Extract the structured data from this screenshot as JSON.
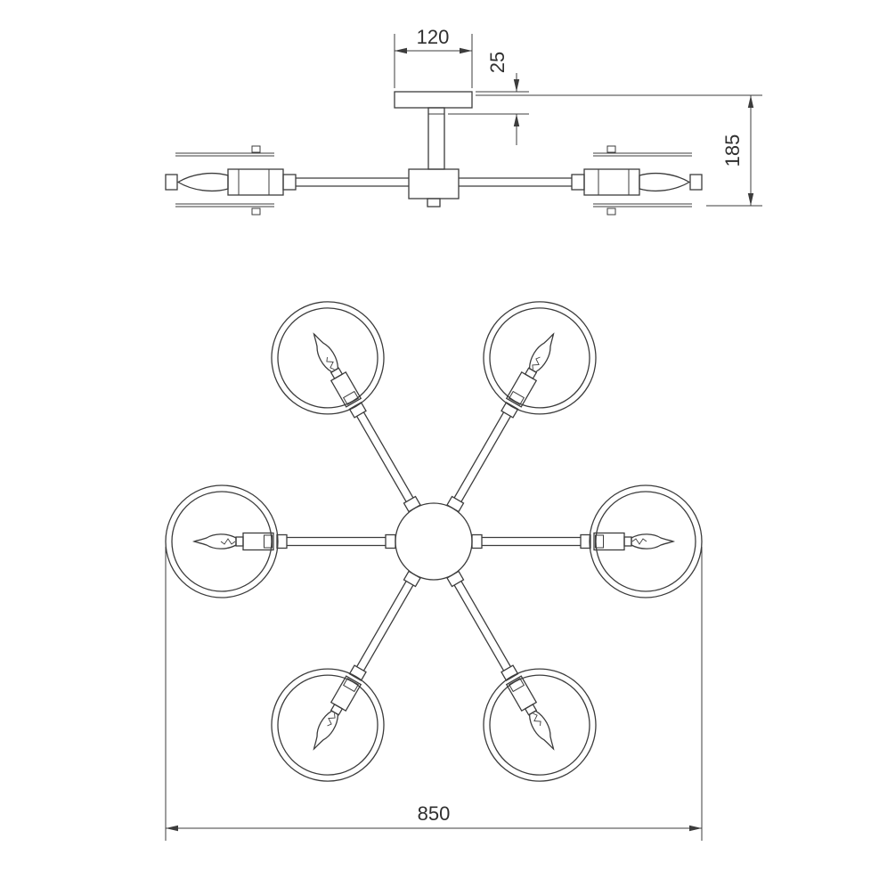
{
  "views": {
    "side": {
      "dim_plate_width_mm": "120",
      "dim_stem_offset_mm": "25",
      "dim_total_height_mm": "185"
    },
    "plan": {
      "dim_overall_diameter_mm": "850",
      "arm_count": 6,
      "shade_count": 6
    }
  },
  "colors": {
    "line": "#3c3c3c",
    "text": "#2f2f2f",
    "background": "#ffffff"
  }
}
